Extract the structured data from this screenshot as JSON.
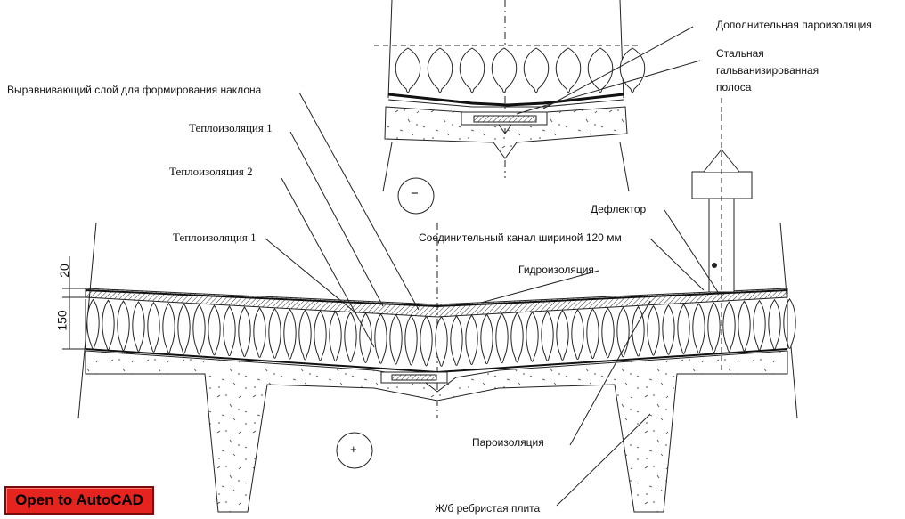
{
  "labels": {
    "extra_vapor": "Дополнительная пароизоляция",
    "steel_strip": "Стальная гальванизированная полоса",
    "leveling_layer": "Выравнивающий слой для формирования наклона",
    "insulation1_top": "Теплоизоляция 1",
    "insulation2": "Теплоизоляция 2",
    "insulation1_bottom": "Теплоизоляция 1",
    "deflector": "Дефлектор",
    "channel": "Соединительный канал шириной 120 мм",
    "waterproofing": "Гидроизоляция",
    "vapor_barrier": "Пароизоляция",
    "ribbed_slab": "Ж/б ребристая плита"
  },
  "dimensions": {
    "top_layer": "20",
    "insulation_layer": "150"
  },
  "symbols": {
    "minus": "−",
    "plus": "+"
  },
  "button": {
    "label": "Open to AutoCAD"
  }
}
